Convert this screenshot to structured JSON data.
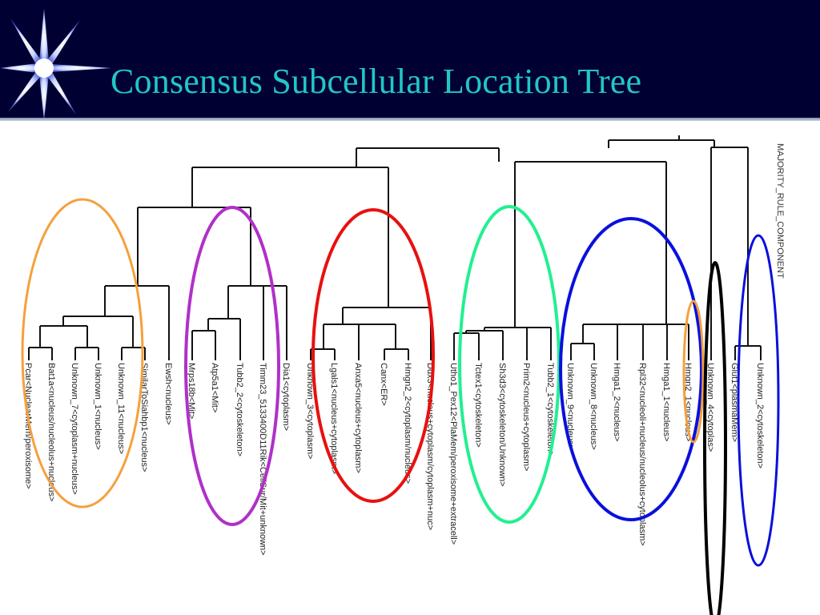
{
  "slide": {
    "title": "Consensus Subcellular Location Tree"
  },
  "tree": {
    "root_label": "MAJORITY_RULE_COMPONENT",
    "leaves": [
      "Pcar<NuclearMem/peroxisome>",
      "Bat1a<nucleus/nucleolus+nucleus>",
      "Unknown_7<cytoplasm+nucleus>",
      "Unknown_1<nucleus>",
      "Unknown_11<nucleus>",
      "SimilarToSiahbp1<nucleus>",
      "Ewsh<nucleus>",
      "Mrps18b<Mit>",
      "Atp5a1<Mit>",
      "Tubb2_2<cytoskeleton>",
      "Timm23_5133400D11Rik<CellSur/Mit+unknown>",
      "Dia1<cytoplasm>",
      "Unknown_3<cytoplasm>",
      "Lgals1<nucleus+cytoplasm>",
      "Anxa5<nucleus+cytoplasm>",
      "Canx<ER>",
      "Hmgn2_2<cytoplasm/nucleus>",
      "Ddx3<nucleus+cytoplasm/cytoplasm+nuc>",
      "Utho1_Pex12<PlaMem/peroxisome+extracell>",
      "Tctex1<cytoskeleton>",
      "Sh3d3<cytoskeleton/Unknown>",
      "Prim2<nucleus+cytoplasm>",
      "Tubb2_1<cytoskeleton>",
      "Unknown_9<nucleus>",
      "Unknown_8<nucleus>",
      "Hmga1_2<nucleus>",
      "Rpl32<nucleoli+nucleus/nucleolus+cytoplasm>",
      "Hmga1_1<nucleus>",
      "Hmgn2_1<nucleus>",
      "Unknown_4<cytoplas>",
      "Glut1<plasmaMem>",
      "Unknown_2<cytoskeleton>"
    ]
  },
  "highlights": [
    {
      "name": "cluster-orange-nucleus",
      "color": "#f5a03c"
    },
    {
      "name": "cluster-purple-mit",
      "color": "#b030c8"
    },
    {
      "name": "cluster-red-cytoplasm",
      "color": "#e81010"
    },
    {
      "name": "cluster-green-cytoskeleton",
      "color": "#22f090"
    },
    {
      "name": "cluster-blue-nucleus",
      "color": "#0a10dc"
    },
    {
      "name": "cluster-small-orange",
      "color": "#f5a03c"
    },
    {
      "name": "cluster-black",
      "color": "#000000"
    },
    {
      "name": "cluster-blue-right",
      "color": "#0a10dc"
    }
  ]
}
